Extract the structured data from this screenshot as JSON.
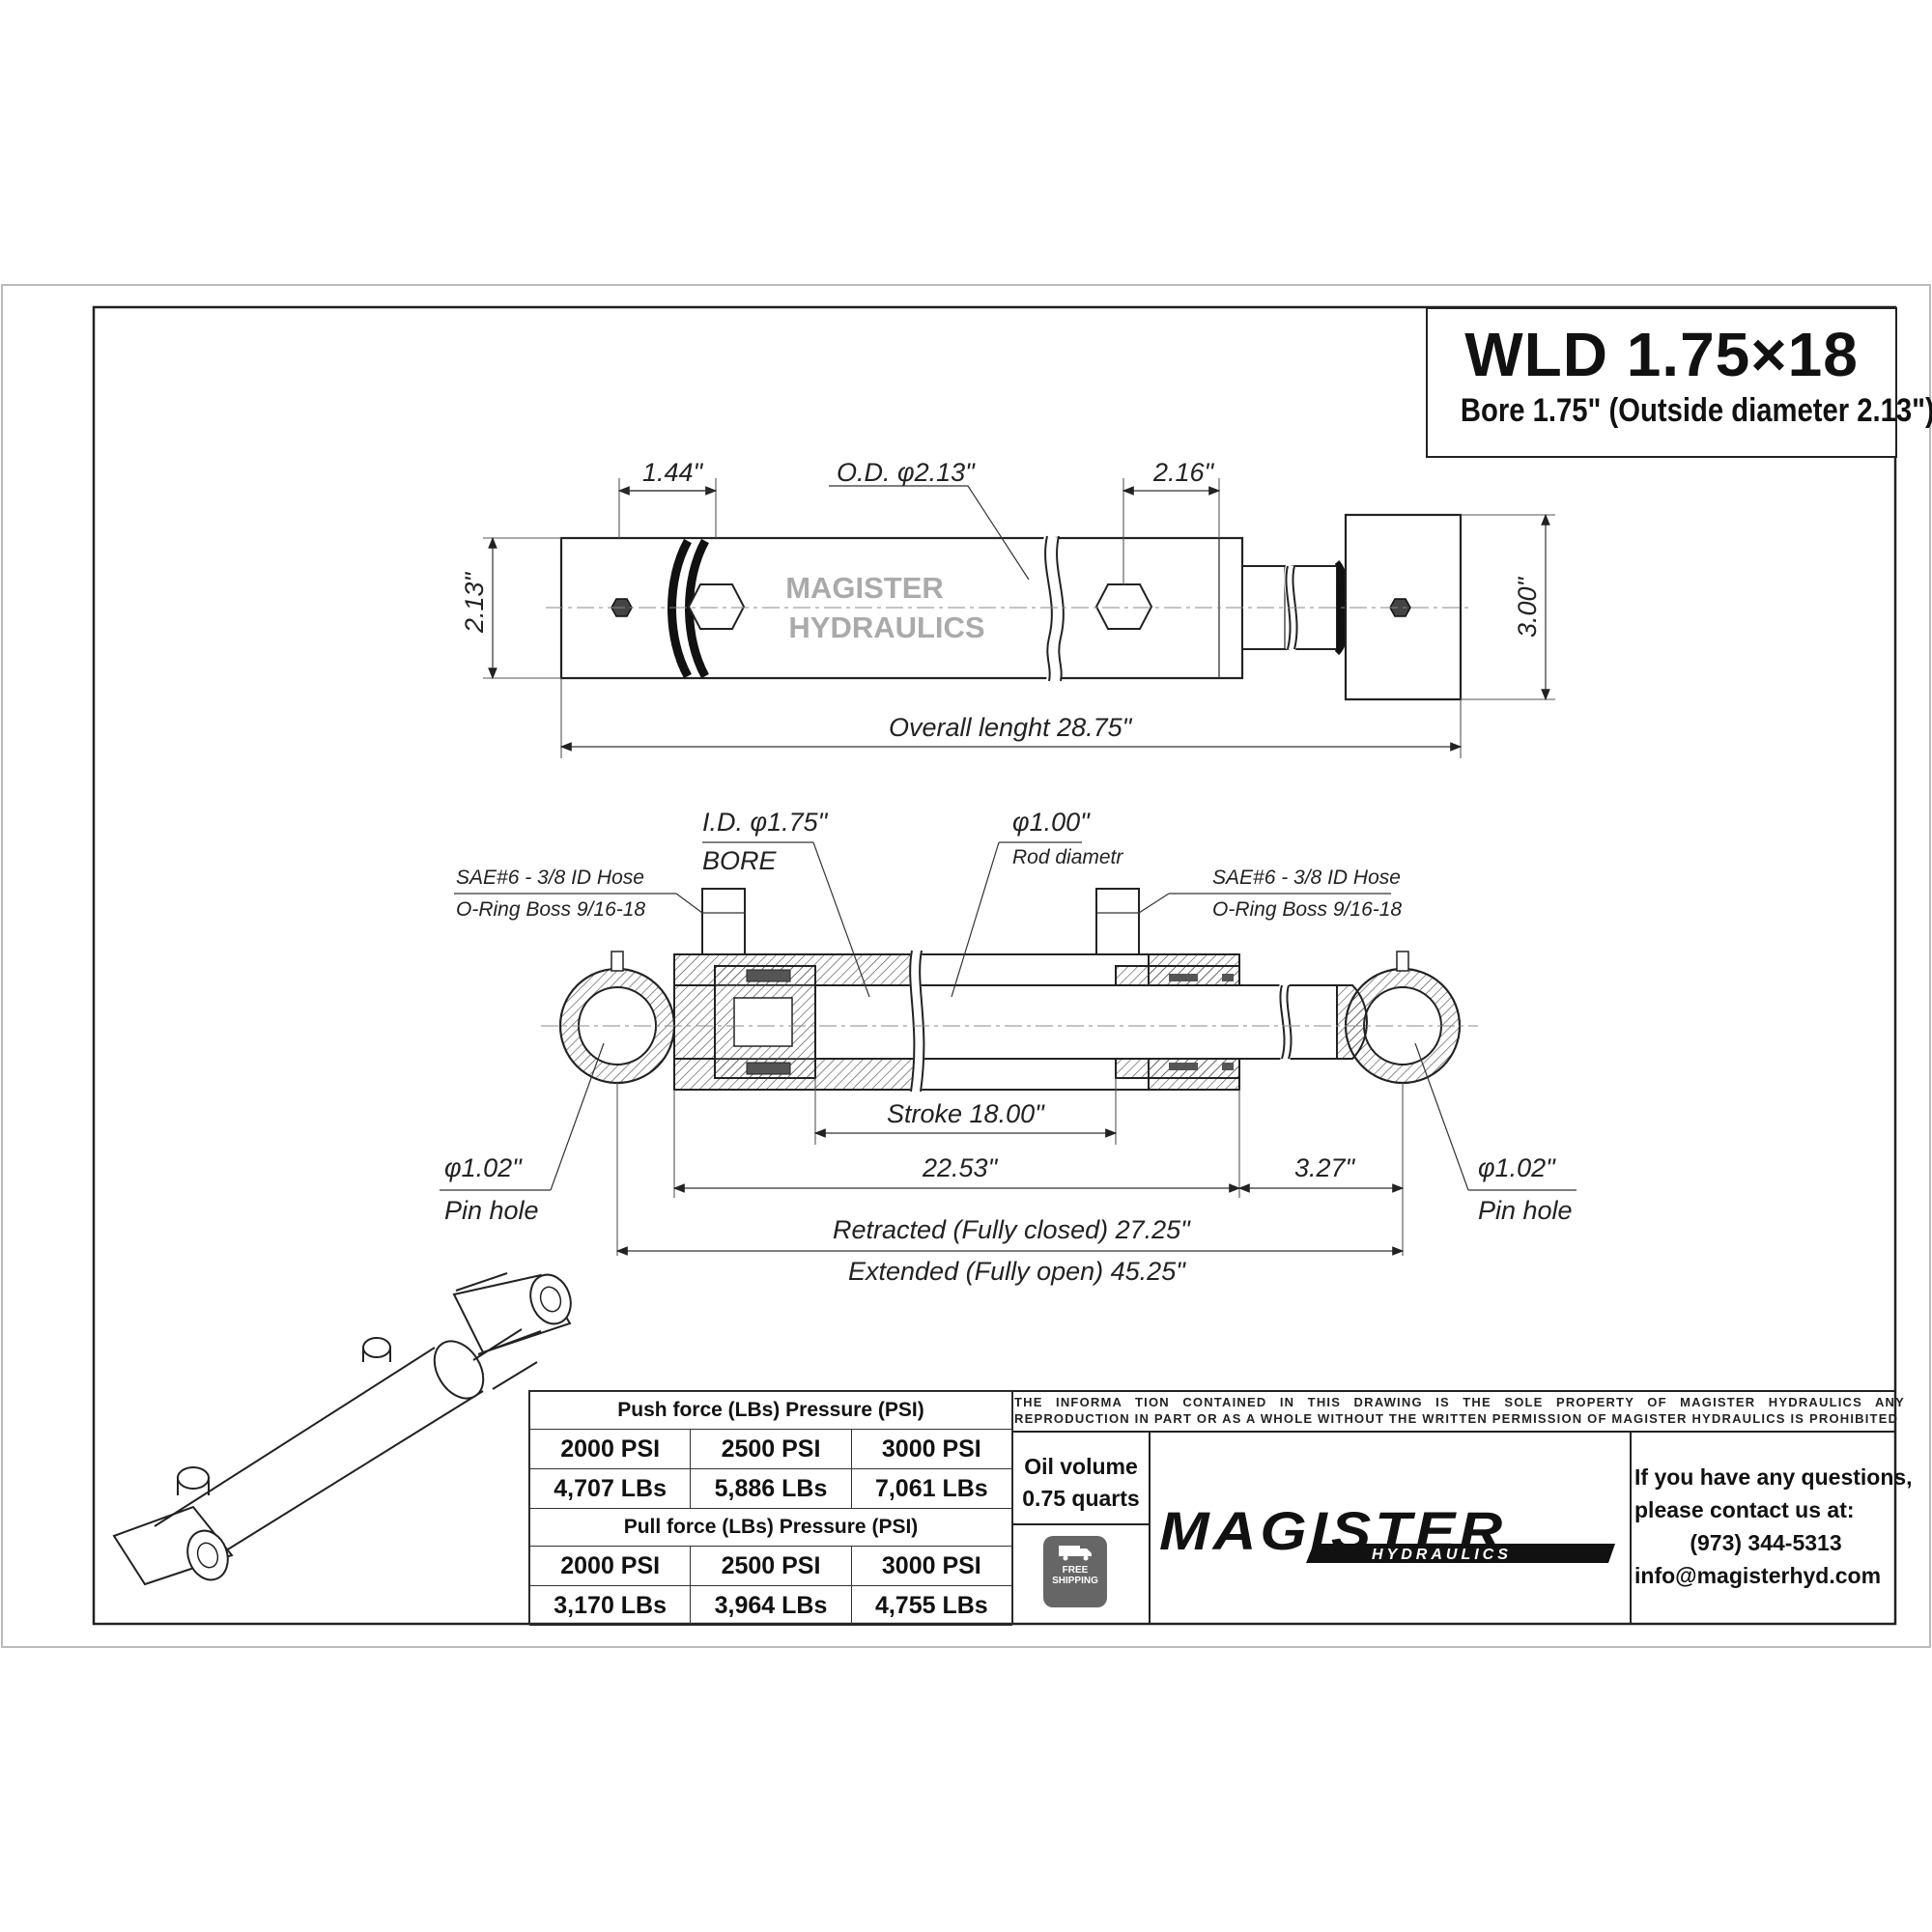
{
  "title": {
    "model": "WLD 1.75×18",
    "bore": "Bore 1.75\" (Outside diameter 2.13\")"
  },
  "top_view": {
    "dim_144": "1.44\"",
    "dim_od": "O.D. φ2.13\"",
    "dim_216": "2.16\"",
    "dim_213": "2.13\"",
    "dim_300": "3.00\"",
    "overall": "Overall lenght 28.75\"",
    "watermark_l1": "MAGISTER",
    "watermark_l2": "HYDRAULICS"
  },
  "section_view": {
    "id_bore": "I.D. φ1.75\"",
    "bore_label": "BORE",
    "rod_dia": "φ1.00\"",
    "rod_label": "Rod diametr",
    "port_left_l1": "SAE#6 - 3/8 ID Hose",
    "port_left_l2": "O-Ring Boss 9/16-18",
    "port_right_l1": "SAE#6 - 3/8 ID Hose",
    "port_right_l2": "O-Ring Boss 9/16-18",
    "stroke": "Stroke 18.00\"",
    "dim_2253": "22.53\"",
    "dim_327": "3.27\"",
    "pin_left_dia": "φ1.02\"",
    "pin_left_label": "Pin hole",
    "pin_right_dia": "φ1.02\"",
    "pin_right_label": "Pin hole",
    "retracted": "Retracted (Fully closed) 27.25\"",
    "extended": "Extended (Fully open) 45.25\""
  },
  "forces": {
    "push_header": "Push force (LBs)  Pressure (PSI)",
    "pull_header": "Pull force (LBs)  Pressure (PSI)",
    "pressures": [
      "2000 PSI",
      "2500 PSI",
      "3000 PSI"
    ],
    "push_values": [
      "4,707 LBs",
      "5,886 LBs",
      "7,061 LBs"
    ],
    "pull_values": [
      "3,170 LBs",
      "3,964 LBs",
      "4,755 LBs"
    ]
  },
  "notice": "THE INFORMA TION CONTAINED IN THIS DRAWING IS THE SOLE PROPERTY OF MAGISTER HYDRAULICS ANY REPRODUCTION IN PART OR AS A WHOLE WITHOUT THE WRITTEN PERMISSION OF MAGISTER HYDRAULICS IS PROHIBITED",
  "oil": {
    "label": "Oil volume",
    "value": "0.75 quarts"
  },
  "shipping_badge": "FREE SHIPPING",
  "logo": {
    "main": "MAGISTER",
    "sub": "HYDRAULICS"
  },
  "contact": {
    "l1": "If you have any questions,",
    "l2": "please contact us at:",
    "phone": "(973) 344-5313",
    "email": "info@magisterhyd.com"
  }
}
